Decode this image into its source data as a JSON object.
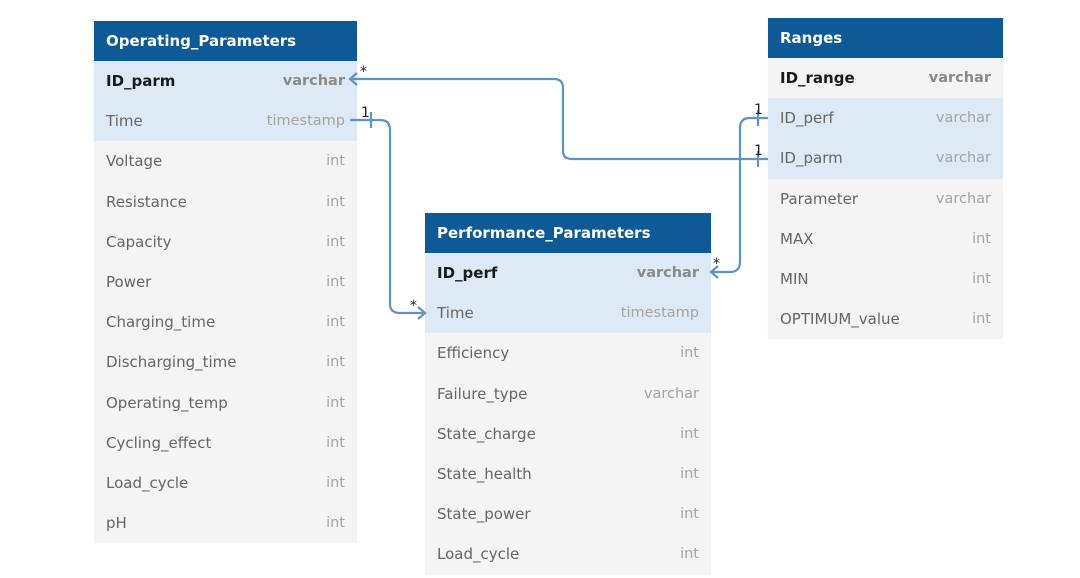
{
  "tables": {
    "operating": {
      "title": "Operating_Parameters",
      "rows": [
        {
          "name": "ID_parm",
          "type": "varchar"
        },
        {
          "name": "Time",
          "type": "timestamp"
        },
        {
          "name": "Voltage",
          "type": "int"
        },
        {
          "name": "Resistance",
          "type": "int"
        },
        {
          "name": "Capacity",
          "type": "int"
        },
        {
          "name": "Power",
          "type": "int"
        },
        {
          "name": "Charging_time",
          "type": "int"
        },
        {
          "name": "Discharging_time",
          "type": "int"
        },
        {
          "name": "Operating_temp",
          "type": "int"
        },
        {
          "name": "Cycling_effect",
          "type": "int"
        },
        {
          "name": "Load_cycle",
          "type": "int"
        },
        {
          "name": "pH",
          "type": "int"
        }
      ]
    },
    "performance": {
      "title": "Performance_Parameters",
      "rows": [
        {
          "name": "ID_perf",
          "type": "varchar"
        },
        {
          "name": "Time",
          "type": "timestamp"
        },
        {
          "name": "Efficiency",
          "type": "int"
        },
        {
          "name": "Failure_type",
          "type": "varchar"
        },
        {
          "name": "State_charge",
          "type": "int"
        },
        {
          "name": "State_health",
          "type": "int"
        },
        {
          "name": "State_power",
          "type": "int"
        },
        {
          "name": "Load_cycle",
          "type": "int"
        }
      ]
    },
    "ranges": {
      "title": "Ranges",
      "rows": [
        {
          "name": "ID_range",
          "type": "varchar"
        },
        {
          "name": "ID_perf",
          "type": "varchar"
        },
        {
          "name": "ID_parm",
          "type": "varchar"
        },
        {
          "name": "Parameter",
          "type": "varchar"
        },
        {
          "name": "MAX",
          "type": "int"
        },
        {
          "name": "MIN",
          "type": "int"
        },
        {
          "name": "OPTIMUM_value",
          "type": "int"
        }
      ]
    }
  },
  "relations": {
    "parm_ranges": {
      "from_card": "*",
      "to_card": "1"
    },
    "time_perf": {
      "from_card": "1",
      "to_card": "*"
    },
    "perf_ranges": {
      "from_card": "*",
      "to_card": "1"
    }
  },
  "colors": {
    "header": "#0e5a96",
    "key_row": "#dde9f4",
    "body": "#f5f4f4",
    "connector": "#5b94c5"
  }
}
